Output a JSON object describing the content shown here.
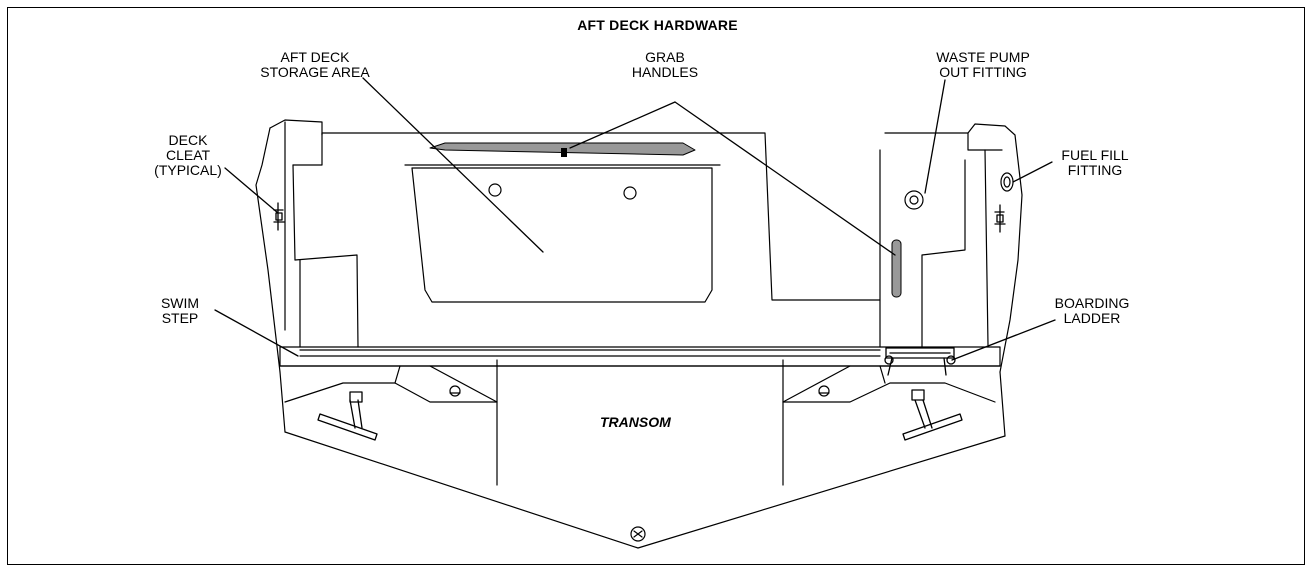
{
  "title": "AFT DECK HARDWARE",
  "labels": {
    "aft_deck_storage": "AFT DECK\nSTORAGE AREA",
    "grab_handles": "GRAB\nHANDLES",
    "waste_pump": "WASTE PUMP\nOUT FITTING",
    "deck_cleat": "DECK\nCLEAT\n(TYPICAL)",
    "fuel_fill": "FUEL FILL\nFITTING",
    "swim_step": "SWIM\nSTEP",
    "boarding_ladder": "BOARDING\nLADDER",
    "transom": "TRANSOM"
  }
}
